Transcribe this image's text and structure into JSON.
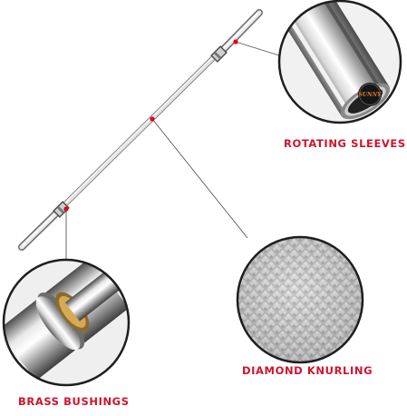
{
  "labels": {
    "rotating_sleeves": "ROTATING SLEEVES",
    "diamond_knurling": "DIAMOND KNURLING",
    "brass_bushings": "BRASS BUSHINGS"
  },
  "logo_text": "SUNNY",
  "colors": {
    "label_red": "#d0142c",
    "marker_red": "#e3001b",
    "chrome_light": "#f4f4f4",
    "chrome_mid": "#b8b8b8",
    "chrome_dark": "#5a5a5a",
    "brass": "#b58a3a",
    "leader_line": "#555555"
  },
  "icons": [
    "barbell-image",
    "sleeve-closeup-image",
    "knurling-closeup-image",
    "bushing-closeup-image"
  ]
}
